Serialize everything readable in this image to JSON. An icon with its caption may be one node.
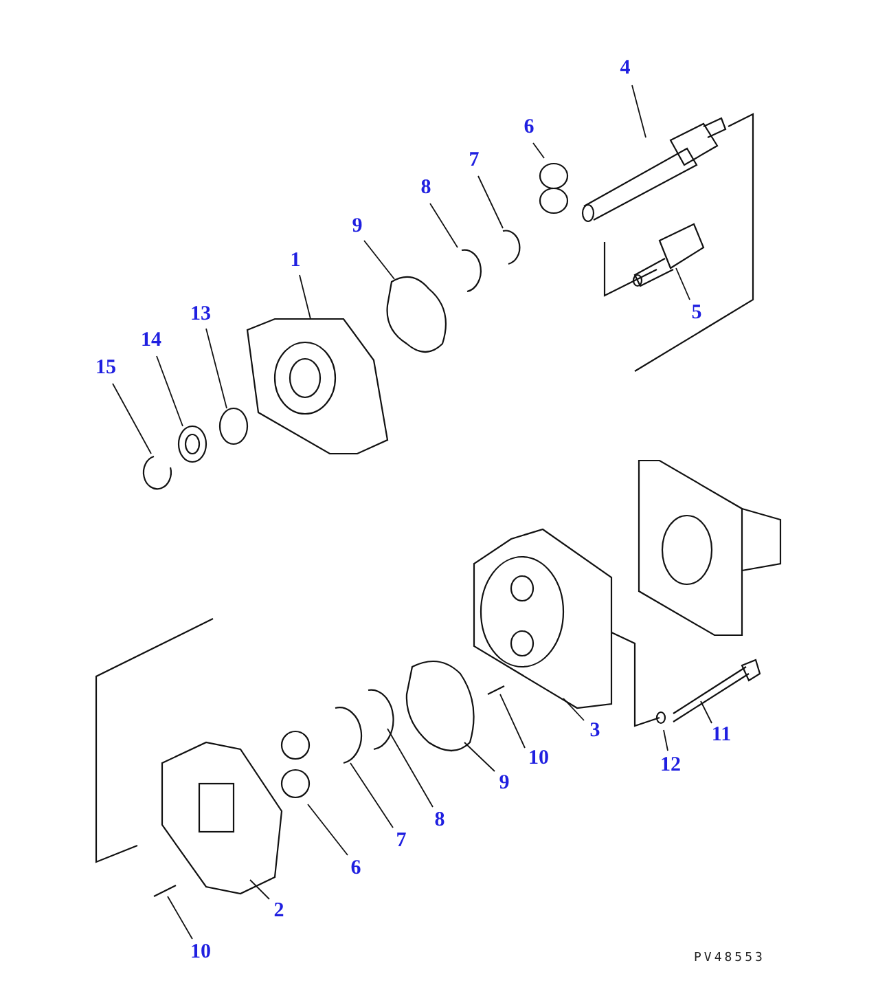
{
  "diagram": {
    "nodes": [
      {
        "text": [
          "4"
        ]
      },
      {
        "text": [
          "6"
        ]
      },
      {
        "text": [
          "7"
        ]
      },
      {
        "text": [
          "8"
        ]
      },
      {
        "text": [
          "9"
        ]
      },
      {
        "text": [
          "1"
        ]
      },
      {
        "text": [
          "5"
        ]
      },
      {
        "text": [
          "13"
        ]
      },
      {
        "text": [
          "14"
        ]
      },
      {
        "text": [
          "15"
        ]
      },
      {
        "text": [
          "3"
        ]
      },
      {
        "text": [
          "10"
        ]
      },
      {
        "text": [
          "9"
        ]
      },
      {
        "text": [
          "11"
        ]
      },
      {
        "text": [
          "12"
        ]
      },
      {
        "text": [
          "8"
        ]
      },
      {
        "text": [
          "7"
        ]
      },
      {
        "text": [
          "6"
        ]
      },
      {
        "text": [
          "2"
        ]
      },
      {
        "text": [
          "10"
        ]
      }
    ],
    "edges": [
      {
        "from": 0,
        "to": null,
        "arrow": "none"
      },
      {
        "from": 1,
        "to": null,
        "arrow": "none"
      },
      {
        "from": 2,
        "to": null,
        "arrow": "none"
      },
      {
        "from": 3,
        "to": null,
        "arrow": "none"
      },
      {
        "from": 4,
        "to": null,
        "arrow": "none"
      },
      {
        "from": 5,
        "to": null,
        "arrow": "none"
      },
      {
        "from": 6,
        "to": null,
        "arrow": "none"
      },
      {
        "from": 7,
        "to": null,
        "arrow": "none"
      },
      {
        "from": 8,
        "to": null,
        "arrow": "none"
      },
      {
        "from": 9,
        "to": null,
        "arrow": "none"
      },
      {
        "from": 10,
        "to": null,
        "arrow": "none"
      },
      {
        "from": 11,
        "to": null,
        "arrow": "none"
      },
      {
        "from": 12,
        "to": null,
        "arrow": "none"
      },
      {
        "from": 13,
        "to": null,
        "arrow": "none"
      },
      {
        "from": 14,
        "to": null,
        "arrow": "none"
      },
      {
        "from": 15,
        "to": null,
        "arrow": "none"
      },
      {
        "from": 16,
        "to": null,
        "arrow": "none"
      },
      {
        "from": 17,
        "to": null,
        "arrow": "none"
      },
      {
        "from": 18,
        "to": null,
        "arrow": "none"
      },
      {
        "from": 19,
        "to": null,
        "arrow": "none"
      }
    ],
    "labels": [
      "PV48553"
    ]
  }
}
